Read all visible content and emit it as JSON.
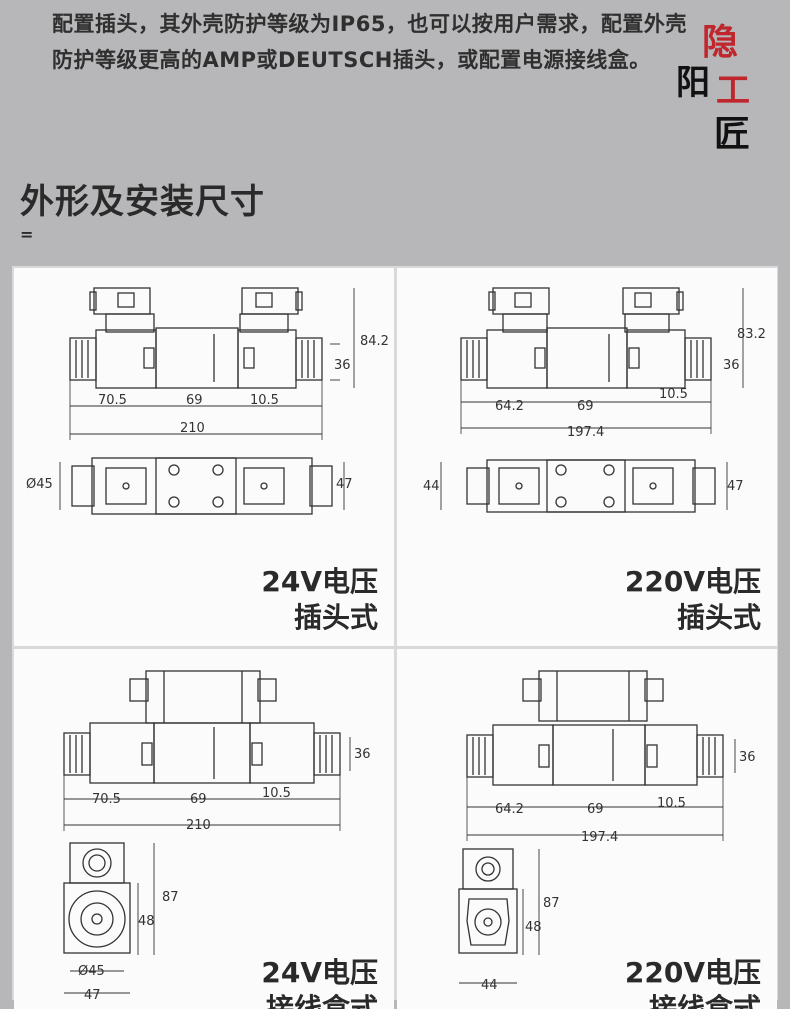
{
  "intro": {
    "line1": "配置插头，其外壳防护等级为IP65，也可以按用户需求，配置外壳",
    "line2": "防护等级更高的AMP或DEUTSCH插头，或配置电源接线盒。"
  },
  "seal": {
    "chars": [
      "隐",
      "阳",
      "工",
      "匠"
    ],
    "accent": "#c0262d"
  },
  "section": {
    "title": "外形及安装尺寸",
    "mark": "="
  },
  "panels": [
    {
      "caption_line1": "24V电压",
      "caption_line2": "插头式",
      "dims": {
        "height": "84.2",
        "body": "36",
        "left": "70.5",
        "mid": "69",
        "right": "10.5",
        "total": "210",
        "dia": "Ø45",
        "width": "47"
      }
    },
    {
      "caption_line1": "220V电压",
      "caption_line2": "插头式",
      "dims": {
        "height": "83.2",
        "body": "36",
        "left": "64.2",
        "mid": "69",
        "right": "10.5",
        "total": "197.4",
        "dia": "44",
        "width": "47"
      }
    },
    {
      "caption_line1": "24V电压",
      "caption_line2": "接线盒式",
      "dims": {
        "body": "36",
        "left": "70.5",
        "mid": "69",
        "right": "10.5",
        "total": "210",
        "side_h": "87",
        "side_m": "48",
        "dia": "Ø45",
        "width": "47"
      }
    },
    {
      "caption_line1": "220V电压",
      "caption_line2": "接线盒式",
      "dims": {
        "body": "36",
        "left": "64.2",
        "mid": "69",
        "right": "10.5",
        "total": "197.4",
        "side_h": "87",
        "side_m": "48",
        "width": "44"
      }
    }
  ]
}
